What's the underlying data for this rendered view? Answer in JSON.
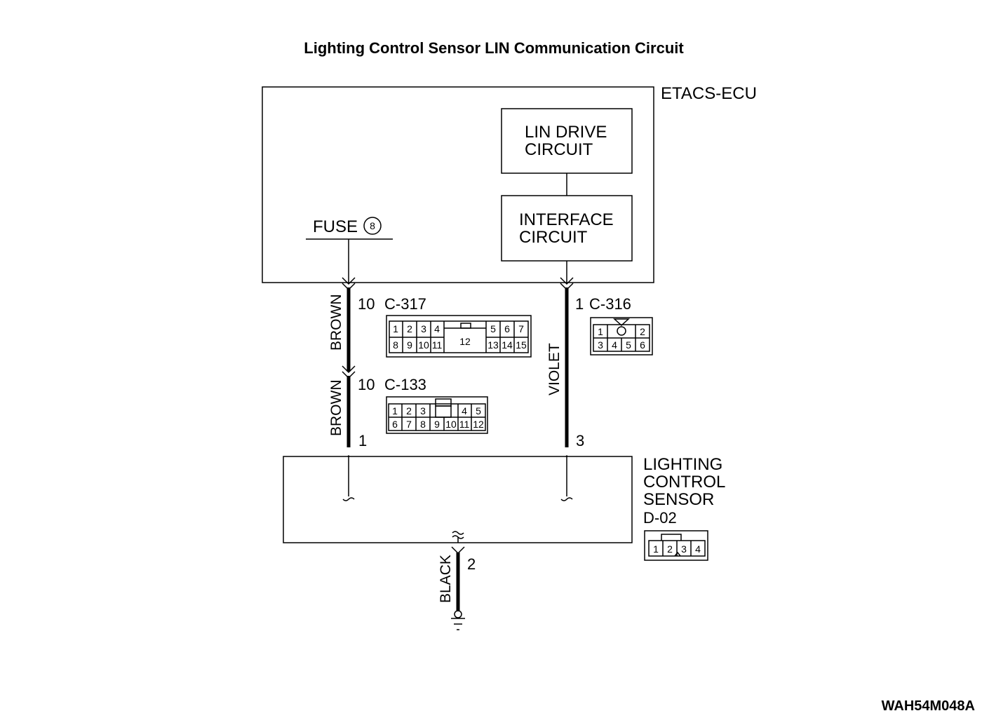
{
  "title": "Lighting Control Sensor LIN Communication Circuit",
  "etacs": {
    "label": "ETACS-ECU"
  },
  "lin_drive": {
    "line1": "LIN DRIVE",
    "line2": "CIRCUIT"
  },
  "interface": {
    "line1": "INTERFACE",
    "line2": "CIRCUIT"
  },
  "fuse": {
    "label": "FUSE",
    "number": "8"
  },
  "connectors": {
    "c317": {
      "pin": "10",
      "name": "C-317",
      "top": [
        "1",
        "2",
        "3",
        "4",
        "5",
        "6",
        "7"
      ],
      "middle": "12",
      "bottom": [
        "8",
        "9",
        "10",
        "11",
        "13",
        "14",
        "15"
      ]
    },
    "c133": {
      "pin": "10",
      "name": "C-133",
      "top": [
        "1",
        "2",
        "3",
        "4",
        "5"
      ],
      "bottom": [
        "6",
        "7",
        "8",
        "9",
        "10",
        "11",
        "12"
      ]
    },
    "c316": {
      "pin": "1",
      "name": "C-316",
      "top": [
        "1",
        "2"
      ],
      "bottom": [
        "3",
        "4",
        "5",
        "6"
      ]
    },
    "d02": {
      "name": "D-02",
      "cells": [
        "1",
        "2",
        "3",
        "4"
      ]
    }
  },
  "wires": {
    "brown_upper": "BROWN",
    "brown_lower": "BROWN",
    "violet": "VIOLET",
    "black": "BLACK"
  },
  "sensor": {
    "line1": "LIGHTING",
    "line2": "CONTROL",
    "line3": "SENSOR",
    "pin_left": "1",
    "pin_right": "3",
    "pin_ground": "2"
  },
  "figure_code": "WAH54M048A"
}
